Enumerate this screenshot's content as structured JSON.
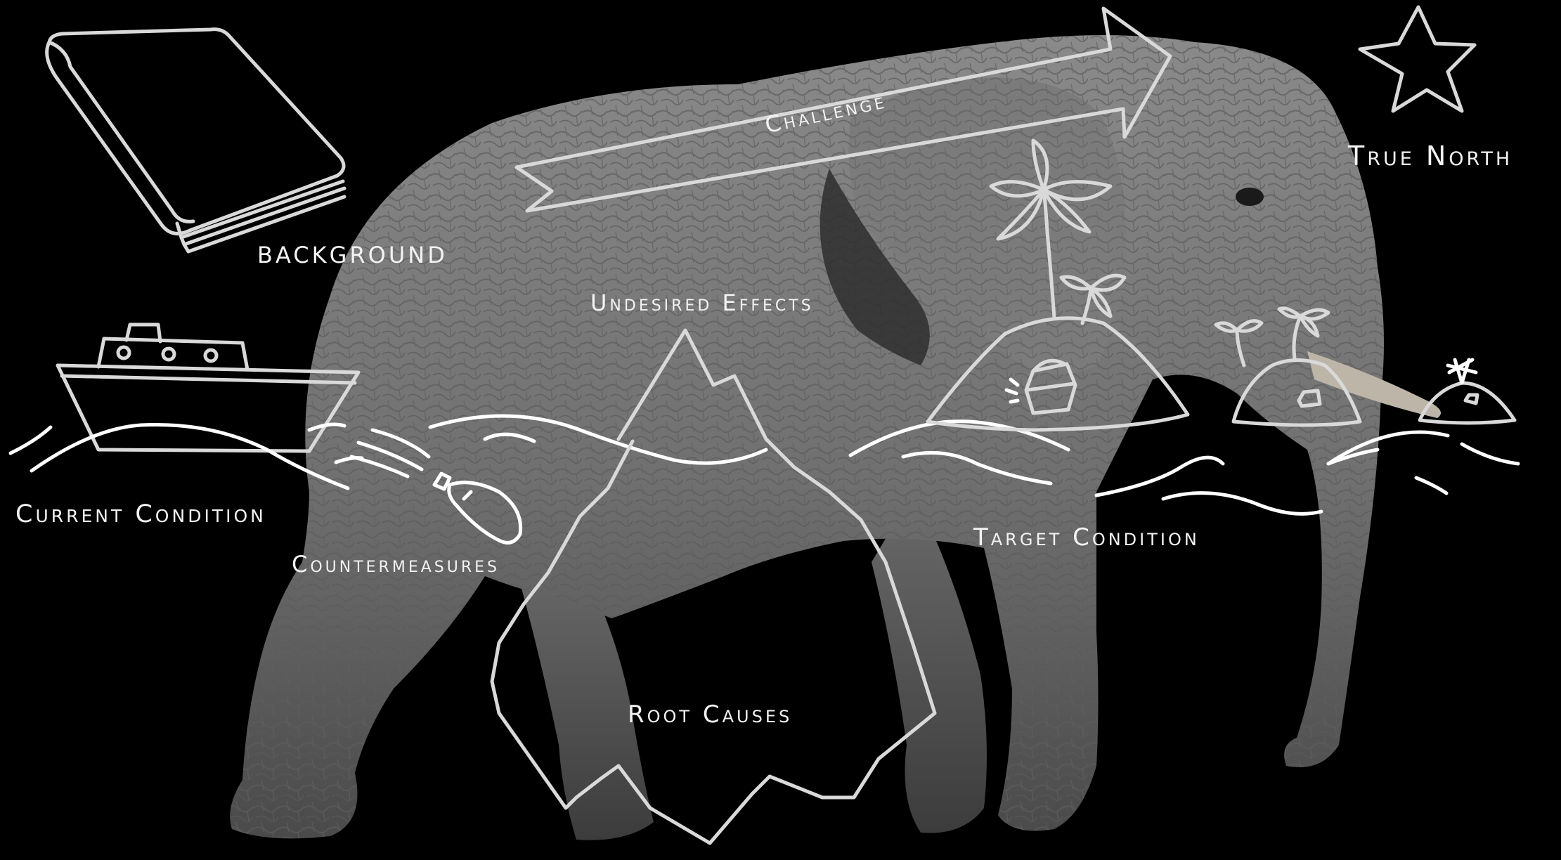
{
  "labels": {
    "background": "BACKGROUND",
    "challenge": "Challenge",
    "true_north": "True North",
    "undesired_effects": "Undesired Effects",
    "current_condition": "Current Condition",
    "countermeasures": "Countermeasures",
    "target_condition": "Target Condition",
    "root_causes": "Root Causes"
  },
  "colors": {
    "background": "#000000",
    "line": "#f2f2f2",
    "elephant_body": "#6e6e6e",
    "elephant_shadow": "#3a3a3a"
  },
  "icons": [
    "book-icon",
    "ship-icon",
    "torpedo-icon",
    "iceberg-icon",
    "arrow-icon",
    "star-icon",
    "island-icon",
    "treasure-chest-icon",
    "elephant-image"
  ]
}
